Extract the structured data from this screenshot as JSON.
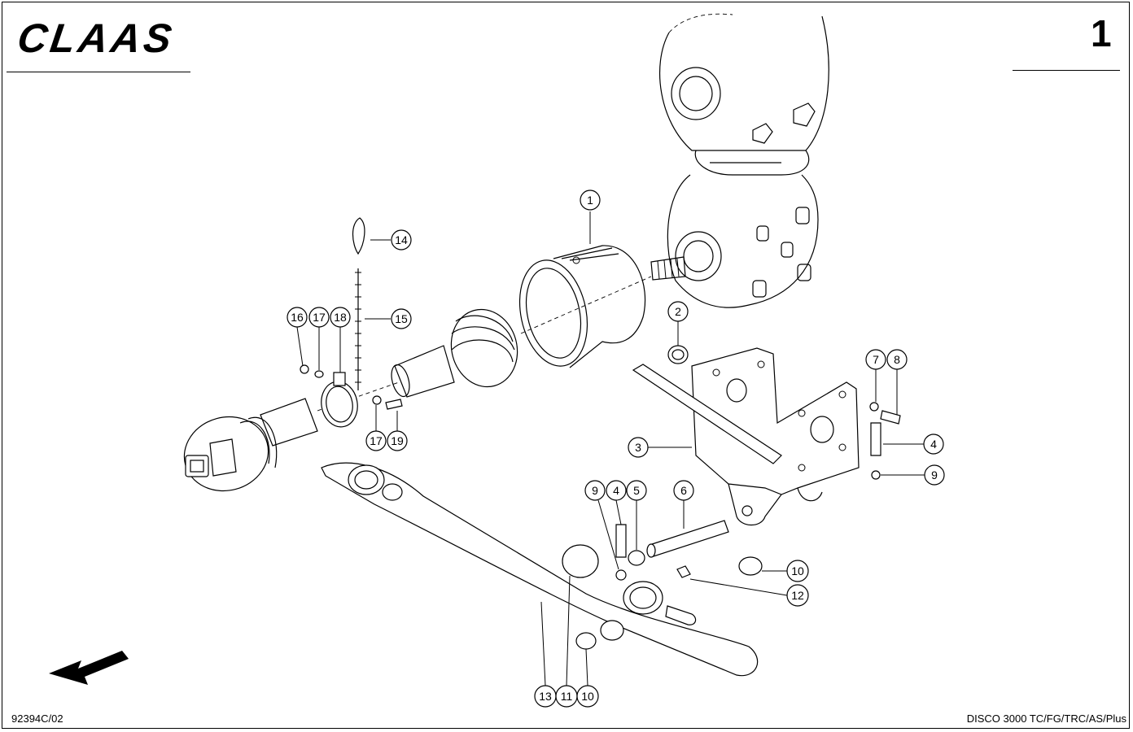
{
  "header": {
    "brand": "CLAAS",
    "page_number": "1"
  },
  "footer": {
    "document_code": "92394C/02",
    "model": "DISCO 3000 TC/FG/TRC/AS/Plus"
  },
  "callouts": [
    {
      "label": "1"
    },
    {
      "label": "14"
    },
    {
      "label": "15"
    },
    {
      "label": "16"
    },
    {
      "label": "17"
    },
    {
      "label": "18"
    },
    {
      "label": "17"
    },
    {
      "label": "19"
    },
    {
      "label": "2"
    },
    {
      "label": "7"
    },
    {
      "label": "8"
    },
    {
      "label": "3"
    },
    {
      "label": "4"
    },
    {
      "label": "9"
    },
    {
      "label": "9"
    },
    {
      "label": "4"
    },
    {
      "label": "5"
    },
    {
      "label": "6"
    },
    {
      "label": "10"
    },
    {
      "label": "12"
    },
    {
      "label": "13"
    },
    {
      "label": "11"
    },
    {
      "label": "10"
    }
  ],
  "icons": {
    "direction_arrow": "arrow-down-left-icon"
  }
}
